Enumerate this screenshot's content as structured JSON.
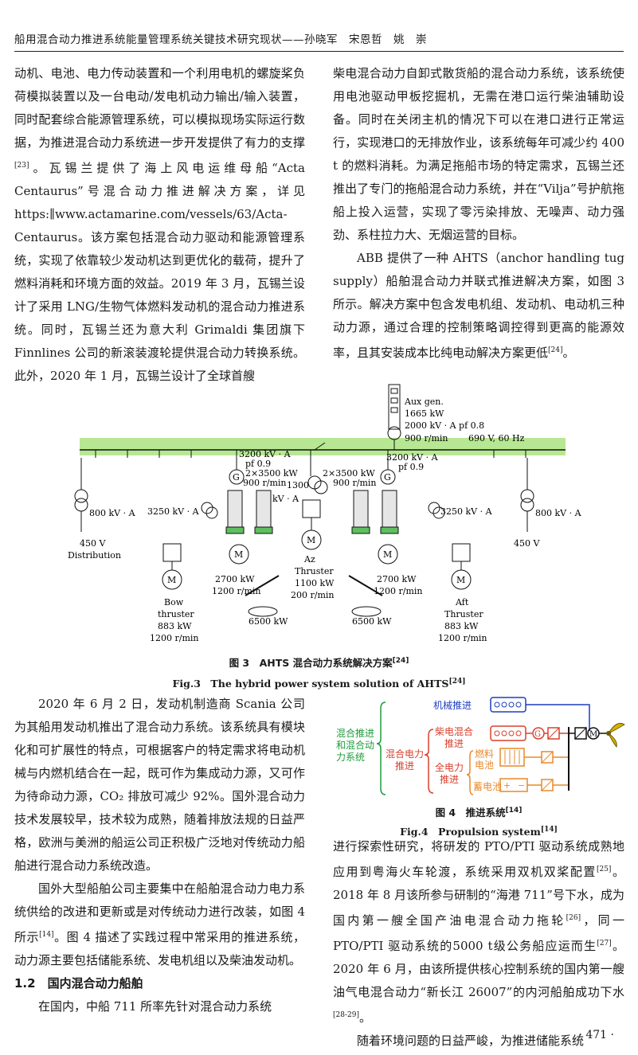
{
  "header": {
    "running_title": "船用混合动力推进系统能量管理系统关键技术研究现状——孙晓军　宋恩哲　姚　崇"
  },
  "left_top": {
    "p1": "动机、电池、电力传动装置和一个利用电机的螺旋桨负荷模拟装置以及一台电动/发电机动力输出/输入装置，同时配套综合能源管理系统，可以模拟现场实际运行数据，为推进混合动力系统进一步开发提供了有力的支撑",
    "p1_ref": "[23]",
    "p1_tail": "。瓦锡兰提供了海上风电运维母船“Acta Centaurus”号混合动力推进解决方案，详见 https:∥www.actamarine.com/vessels/63/Acta-Centaurus。该方案包括混合动力驱动和能源管理系统，实现了依靠较少发动机达到更优化的载荷，提升了燃料消耗和环境方面的效益。2019 年 3 月，瓦锡兰设计了采用 LNG/生物气体燃料发动机的混合动力推进系统。同时，瓦锡兰还为意大利 Grimaldi 集团旗下 Finnlines 公司的新滚装渡轮提供混合动力转换系统。此外，2020 年 1 月，瓦锡兰设计了全球首艘"
  },
  "right_top": {
    "p1": "柴电混合动力自卸式散货船的混合动力系统，该系统使用电池驱动甲板挖掘机，无需在港口运行柴油辅助设备。同时在关闭主机的情况下可以在港口进行正常运行，实现港口的无排放作业，该系统每年可减少约 400 t 的燃料消耗。为满足拖船市场的特定需求，瓦锡兰还推出了专门的拖船混合动力系统，并在“Vilja”号护航拖船上投入运营，实现了零污染排放、无噪声、动力强劲、系柱拉力大、无烟运营的目标。",
    "p2": "ABB 提供了一种 AHTS（anchor handling tug supply）船舶混合动力并联式推进解决方案，如图 3 所示。解决方案中包含发电机组、发动机、电动机三种动力源，通过合理的控制策略调控得到更高的能源效率，且其安装成本比纯电动解决方案更低",
    "p2_ref": "[24]",
    "p2_tail": "。"
  },
  "figure3": {
    "aux_gen_label": "Aux gen.",
    "aux_gen_power": "1665 kW",
    "aux_gen_kva": "2000 kV · A  pf 0.8",
    "aux_gen_speed": "900 r/min",
    "bus_voltage": "690 V, 60 Hz",
    "gen_left_kva": "3200 kV · A",
    "gen_left_pf": "pf 0.9",
    "gen_left_rating": "2×3500 kW",
    "gen_left_speed": "900 r/min",
    "gen_right_kva": "3200 kV · A",
    "gen_right_pf": "pf 0.9",
    "gen_right_rating": "2×3500 kW",
    "gen_right_speed": "900 r/min",
    "center_tr_kva": "1300",
    "center_tr_unit": "kV · A",
    "left_tr_kva": "800 kV · A",
    "right_tr_kva": "800 kV · A",
    "left_drive_kva": "3250 kV · A",
    "right_drive_kva": "3250 kV · A",
    "dist_voltage": "450 V",
    "dist_label": "Distribution",
    "right_voltage": "450 V",
    "motor_symbol": "M",
    "gen_symbol": "G",
    "left_motor_power": "2700 kW",
    "left_motor_speed": "1200 r/min",
    "right_motor_power": "2700 kW",
    "right_motor_speed": "1200 r/min",
    "az_label": "Az",
    "az_thruster": "Thruster",
    "az_power": "1100 kW",
    "az_speed": "200 r/min",
    "bow_label": "Bow",
    "bow_thruster": "thruster",
    "bow_power": "883 kW",
    "bow_speed": "1200 r/min",
    "aft_label": "Aft",
    "aft_thruster": "Thruster",
    "aft_power": "883 kW",
    "aft_speed": "1200 r/min",
    "engine_left_power": "6500 kW",
    "engine_right_power": "6500 kW",
    "caption_cn": "图 3　AHTS 混合动力系统解决方案",
    "caption_cn_ref": "[24]",
    "caption_en": "Fig.3　The hybrid power system solution of AHTS",
    "caption_en_ref": "[24]"
  },
  "left_bottom": {
    "p1": "2020 年 6 月 2 日，发动机制造商 Scania 公司为其船用发动机推出了混合动力系统。该系统具有模块化和可扩展性的特点，可根据客户的特定需求将电动机械与内燃机结合在一起，既可作为集成动力源，又可作为待命动力源，CO₂ 排放可减少 92%。国外混合动力技术发展较早，技术较为成熟，随着排放法规的日益严格，欧洲与美洲的船运公司正积极广泛地对传统动力船舶进行混合动力系统改造。",
    "p2": "国外大型船舶公司主要集中在船舶混合动力电力系统供给的改进和更新或是对传统动力进行改装，如图 4 所示",
    "p2_ref": "[14]",
    "p2_tail": "。图 4 描述了实践过程中常采用的推进系统，动力源主要包括储能系统、发电机组以及柴油发动机。",
    "section_heading": "1.2　国内混合动力船舶",
    "p3": "在国内，中船 711 所率先针对混合动力系统"
  },
  "figure4": {
    "root_label": "混合推进和混合动力系统",
    "mech_label": "机械推进",
    "hybrid_label": "混合电力推进",
    "dieselelec_label": "柴电混合推进",
    "allelec_label": "全电力推进",
    "fuelcell_label": "燃料电池",
    "battery_label": "蓄电池",
    "gen_symbol": "G",
    "motor_symbol": "M",
    "caption_cn": "图 4　推进系统",
    "caption_cn_ref": "[14]",
    "caption_en": "Fig.4　Propulsion system",
    "caption_en_ref": "[14]",
    "colors": {
      "mech": "#1f3fbf",
      "hybrid": "#d8402c",
      "green": "#1e9c3a",
      "orange": "#e9892a"
    }
  },
  "right_bottom": {
    "p1": "进行探索性研究，将研发的 PTO/PTI 驱动系统成熟地应用到粤海火车轮渡，系统采用双机双桨配置",
    "p1_ref": "[25]",
    "p1_mid": "。2018 年 8 月该所参与研制的“海港 711”号下水，成为国内第一艘全国产油电混合动力拖轮",
    "p1_ref2": "[26]",
    "p1_mid2": "，同一 PTO/PTI 驱动系统的5000 t级公务船应运而生",
    "p1_ref3": "[27]",
    "p1_tail": "。2020 年 6 月，由该所提供核心控制系统的国内第一艘油气电混合动力“新长江 26007”的内河船舶成功下水",
    "p1_ref4": "[28-29]",
    "p1_end": "。",
    "p2": "随着环境问题的日益严峻，为推进储能系统"
  },
  "footer": {
    "page_number": "· 471 ·"
  }
}
